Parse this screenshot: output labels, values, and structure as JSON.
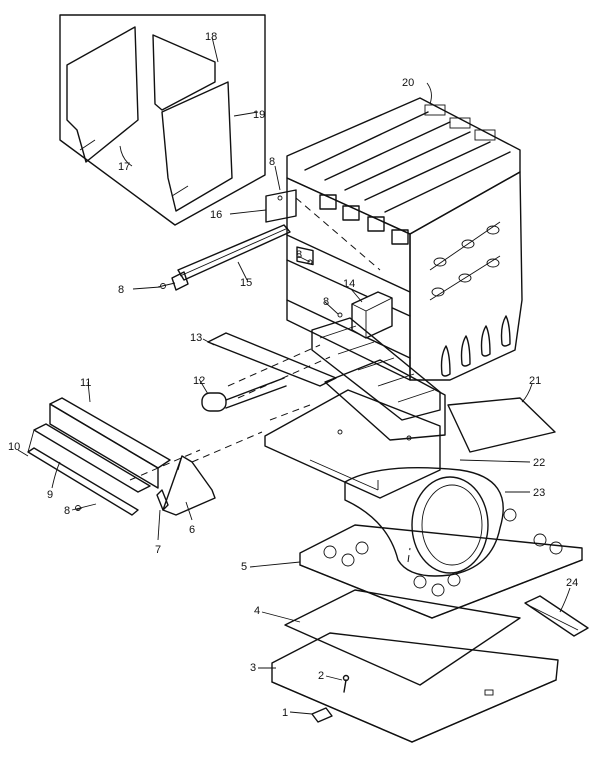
{
  "part_labels": [
    {
      "id": "p1",
      "text": "1"
    },
    {
      "id": "p2",
      "text": "2"
    },
    {
      "id": "p3",
      "text": "3"
    },
    {
      "id": "p4",
      "text": "4"
    },
    {
      "id": "p5",
      "text": "5"
    },
    {
      "id": "p6",
      "text": "6"
    },
    {
      "id": "p7",
      "text": "7"
    },
    {
      "id": "p8a",
      "text": "8"
    },
    {
      "id": "p8b",
      "text": "8"
    },
    {
      "id": "p8c",
      "text": "8"
    },
    {
      "id": "p8d",
      "text": "8"
    },
    {
      "id": "p8e",
      "text": "8"
    },
    {
      "id": "p9",
      "text": "9"
    },
    {
      "id": "p10",
      "text": "10"
    },
    {
      "id": "p11",
      "text": "11"
    },
    {
      "id": "p12",
      "text": "12"
    },
    {
      "id": "p13",
      "text": "13"
    },
    {
      "id": "p14",
      "text": "14"
    },
    {
      "id": "p15",
      "text": "15"
    },
    {
      "id": "p16",
      "text": "16"
    },
    {
      "id": "p17",
      "text": "17"
    },
    {
      "id": "p18",
      "text": "18"
    },
    {
      "id": "p19",
      "text": "19"
    },
    {
      "id": "p20",
      "text": "20"
    },
    {
      "id": "p21",
      "text": "21"
    },
    {
      "id": "p22",
      "text": "22"
    },
    {
      "id": "p23",
      "text": "23"
    },
    {
      "id": "p24",
      "text": "24"
    }
  ]
}
